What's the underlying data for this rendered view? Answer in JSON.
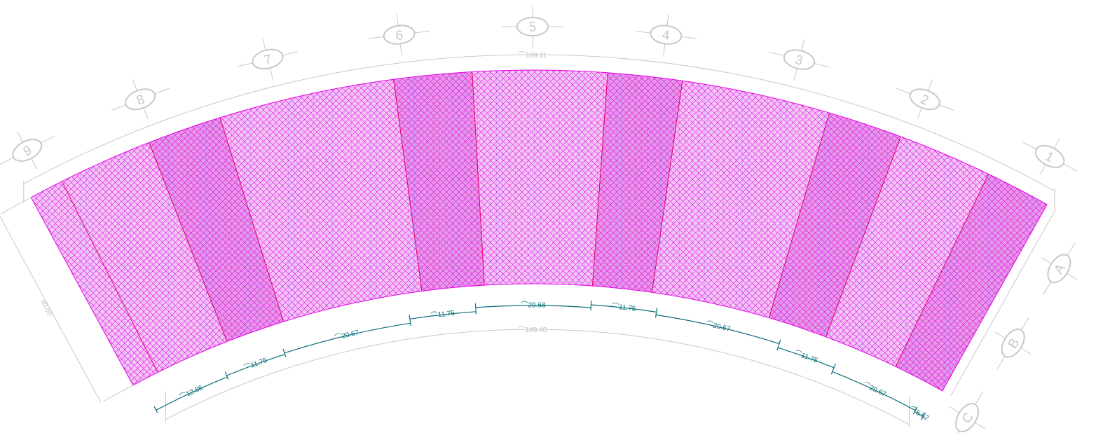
{
  "drawing": {
    "colors": {
      "mesh_primary": "#e600e6",
      "mesh_secondary": "#5a8cff",
      "panel_edge": "#e0006a",
      "dimension_gray": "#bdbdbd",
      "dimension_teal": "#0a6e7a",
      "grid_bubble": "#c8c8c8"
    },
    "overall_dimensions": {
      "outer_arc": "189.11",
      "inner_arc": "149.40",
      "width": "40.00"
    },
    "segment_dimensions": [
      "12.86",
      "11.75",
      "20.67",
      "11.75",
      "20.68",
      "11.75",
      "20.67",
      "11.75",
      "20.67",
      "5.52"
    ],
    "radial_grid_labels": [
      "1",
      "2",
      "3",
      "4",
      "5",
      "6",
      "7",
      "8",
      "9"
    ],
    "arc_grid_labels": [
      "A",
      "B",
      "C"
    ]
  }
}
